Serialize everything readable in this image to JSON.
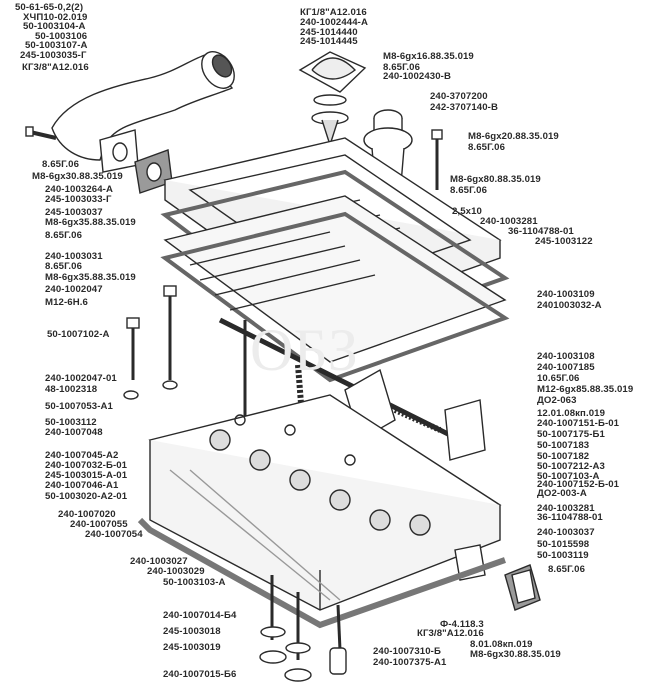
{
  "title": "Cylinder head exploded view (part numbers)",
  "labels": [
    "50-61-65-0,2(2)",
    "ХЧП10-02.019",
    "50-1003104-А",
    "50-1003106",
    "50-1003107-А",
    "245-1003035-Г",
    "КГ3/8\"А12.016",
    "8.65Г.06",
    "М8-6gх30.88.35.019",
    "240-1003264-А",
    "245-1003033-Г",
    "245-1003037",
    "М8-6gх35.88.35.019",
    "8.65Г.06",
    "240-1003031",
    "8.65Г.06",
    "М8-6gх35.88.35.019",
    "240-1002047",
    "М12-6Н.6",
    "50-1007102-А",
    "240-1002047-01",
    "48-1002318",
    "50-1007053-А1",
    "50-1003112",
    "240-1007048",
    "240-1007045-А2",
    "240-1007032-Б-01",
    "245-1003015-А-01",
    "240-1007046-А1",
    "50-1003020-А2-01",
    "240-1007020",
    "240-1007055",
    "240-1007054",
    "240-1003027",
    "240-1003029",
    "50-1003103-А",
    "240-1007014-Б4",
    "245-1003018",
    "245-1003019",
    "240-1007015-Б6",
    "240-1007310-Б",
    "240-1007375-А1",
    "Ф-4.118.3",
    "КГ3/8\"А12.016",
    "8.01.08кп.019",
    "М8-6gх30.88.35.019",
    "КГ1/8\"А12.016",
    "240-1002444-А",
    "245-1014440",
    "245-1014445",
    "М8-6gх16.88.35.019",
    "8.65Г.06",
    "240-1002430-В",
    "240-3707200",
    "242-3707140-В",
    "М8-6gх20.88.35.019",
    "8.65Г.06",
    "М8-6gх80.88.35.019",
    "8.65Г.06",
    "2,5х10",
    "240-1003281",
    "36-1104788-01",
    "245-1003122",
    "240-1003109",
    "2401003032-А",
    "240-1003108",
    "240-1007185",
    "10.65Г.06",
    "М12-6gх85.88.35.019",
    "ДО2-063",
    "12.01.08кп.019",
    "240-1007151-Б-01",
    "50-1007175-Б1",
    "50-1007183",
    "50-1007182",
    "50-1007212-А3",
    "50-1007103-А",
    "240-1007152-Б-01",
    "ДО2-003-А",
    "240-1003281",
    "36-1104788-01",
    "240-1003037",
    "50-1015598",
    "50-1003119",
    "8.65Г.06"
  ],
  "colors": {
    "ink": "#2a2a2a",
    "gasket": "#8a8a8a",
    "paper": "#ffffff"
  }
}
